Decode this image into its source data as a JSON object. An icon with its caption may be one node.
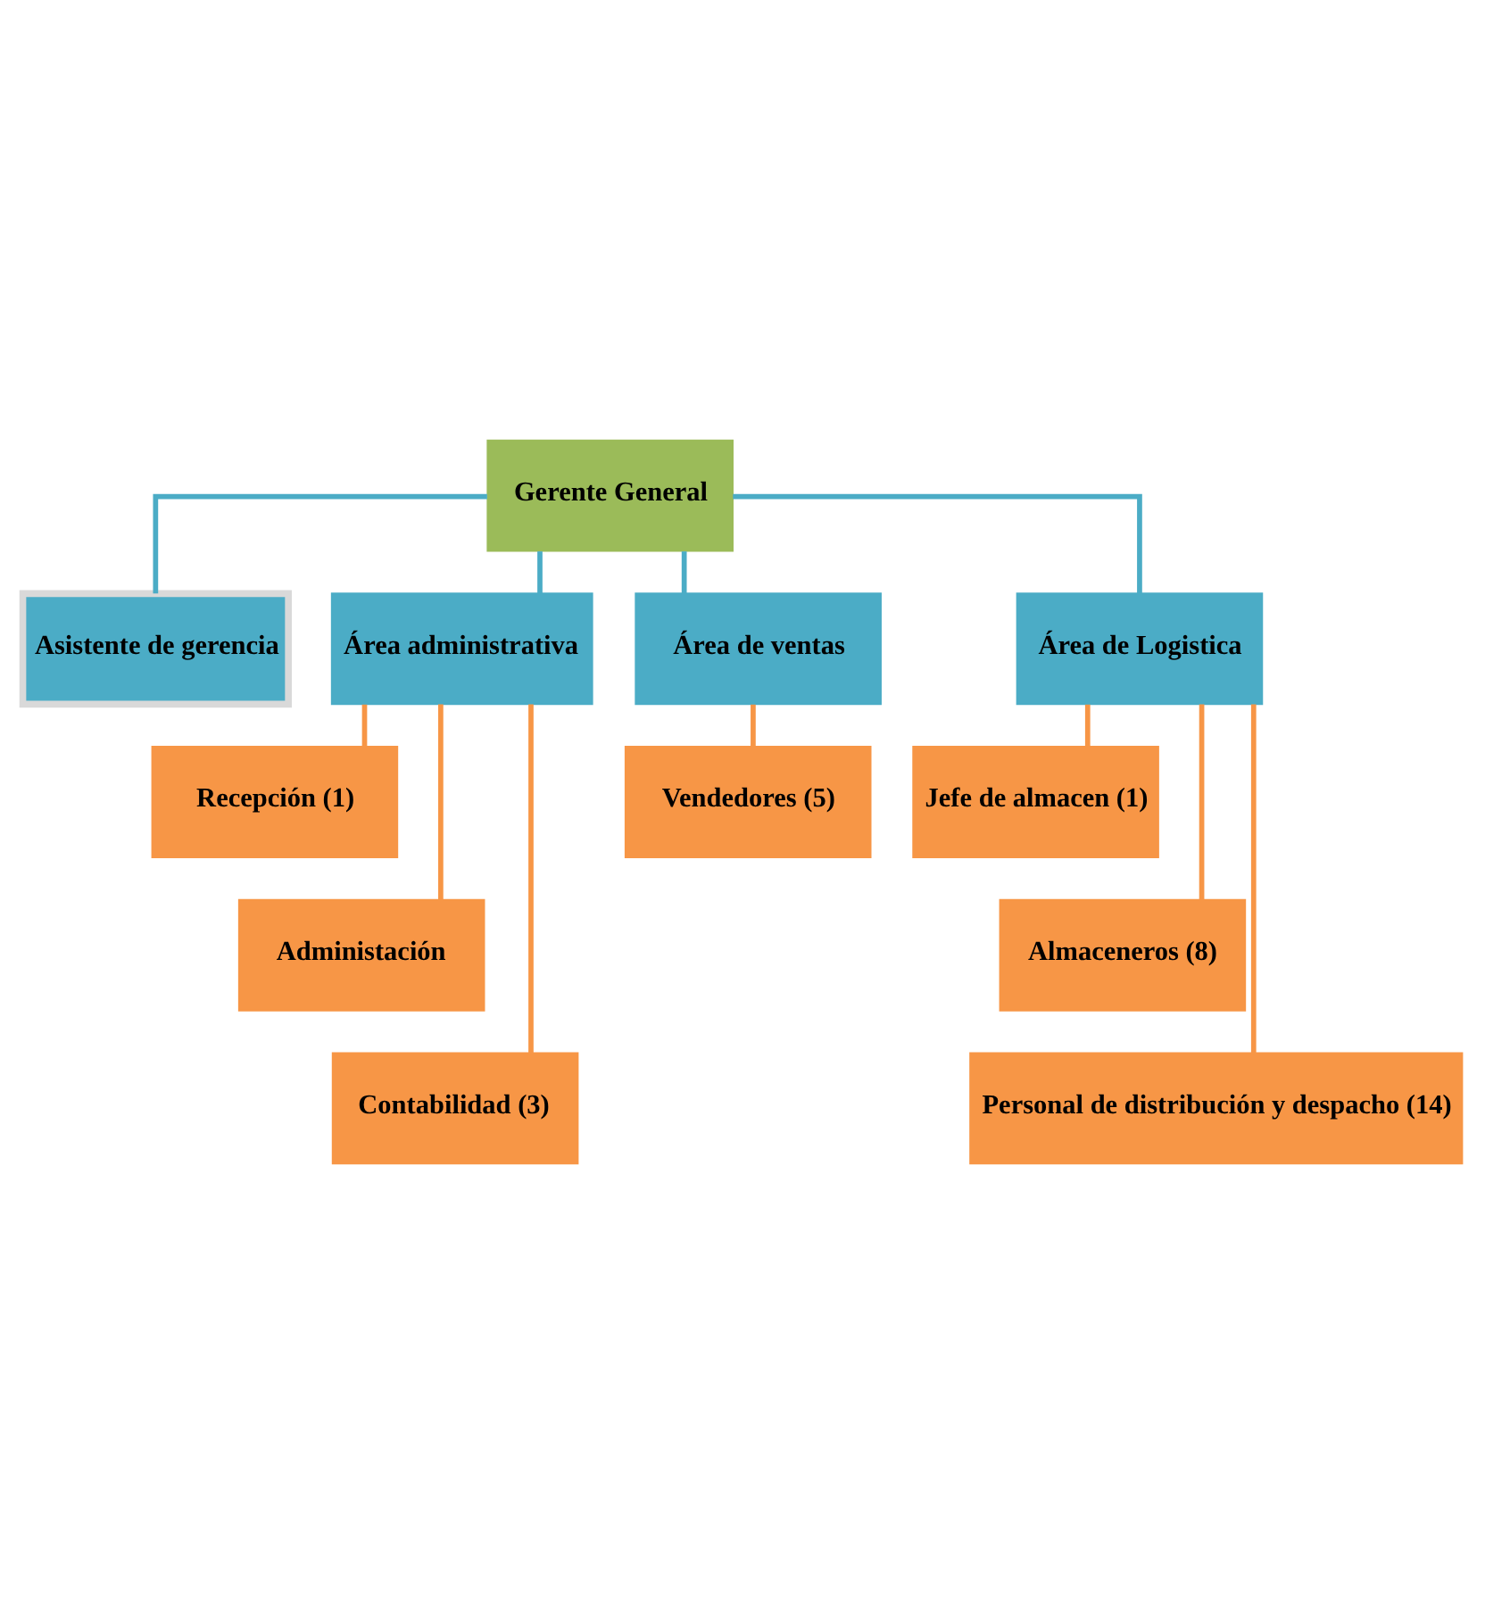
{
  "diagram": {
    "nodes": [
      {
        "text": [
          "Gerente General"
        ]
      },
      {
        "text": [
          "Asistente de gerencia"
        ]
      },
      {
        "text": [
          "Área administrativa"
        ]
      },
      {
        "text": [
          "Área de ventas"
        ]
      },
      {
        "text": [
          "Área de Logistica"
        ]
      },
      {
        "text": [
          "Recepción (1)"
        ]
      },
      {
        "text": [
          "Administación"
        ]
      },
      {
        "text": [
          "Contabilidad (3)"
        ]
      },
      {
        "text": [
          "Vendedores (5)"
        ]
      },
      {
        "text": [
          "Jefe de almacen (1)"
        ]
      },
      {
        "text": [
          "Almaceneros (8)"
        ]
      },
      {
        "text": [
          "Personal de distribución y despacho (14)"
        ]
      }
    ],
    "edges": [
      {
        "from": 0,
        "to": 1,
        "arrow": "none",
        "color": "#4bacc6"
      },
      {
        "from": 0,
        "to": 2,
        "arrow": "none",
        "color": "#4bacc6"
      },
      {
        "from": 0,
        "to": 3,
        "arrow": "none",
        "color": "#4bacc6"
      },
      {
        "from": 0,
        "to": 4,
        "arrow": "none",
        "color": "#4bacc6"
      },
      {
        "from": 2,
        "to": 5,
        "arrow": "none"
      },
      {
        "from": 2,
        "to": 6,
        "arrow": "none"
      },
      {
        "from": 2,
        "to": 7,
        "arrow": "none"
      },
      {
        "from": 3,
        "to": 8,
        "arrow": "none"
      },
      {
        "from": 4,
        "to": 9,
        "arrow": "none"
      },
      {
        "from": 4,
        "to": 10,
        "arrow": "none"
      },
      {
        "from": 4,
        "to": 11,
        "arrow": "none"
      }
    ]
  }
}
